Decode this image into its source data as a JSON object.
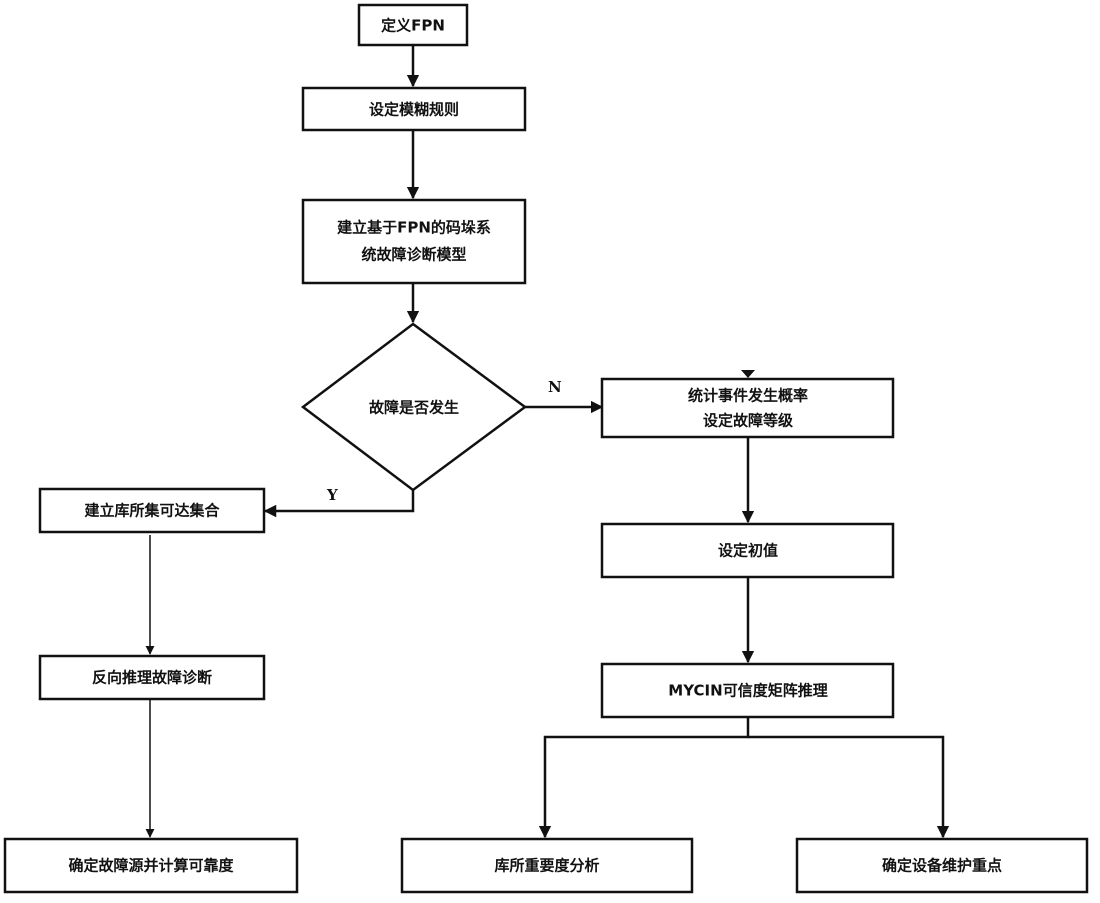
{
  "nodes": {
    "define_fpn": "定义FPN",
    "set_fuzzy_rules": "设定模糊规则",
    "build_model": [
      "建立基于FPN的码垛系",
      "统故障诊断模型"
    ],
    "fault_occurred": "故障是否发生",
    "stats_probability": [
      "统计事件发生概率",
      "设定故障等级"
    ],
    "build_reachable_set": "建立库所集可达集合",
    "set_initial_value": "设定初值",
    "reverse_reasoning": "反向推理故障诊断",
    "mycin_reasoning": "MYCIN可信度矩阵推理",
    "determine_fault_source": "确定故障源并计算可靠度",
    "place_importance": "库所重要度分析",
    "maintenance_points": "确定设备维护重点"
  },
  "edge_labels": {
    "no": "N",
    "yes": "Y"
  }
}
